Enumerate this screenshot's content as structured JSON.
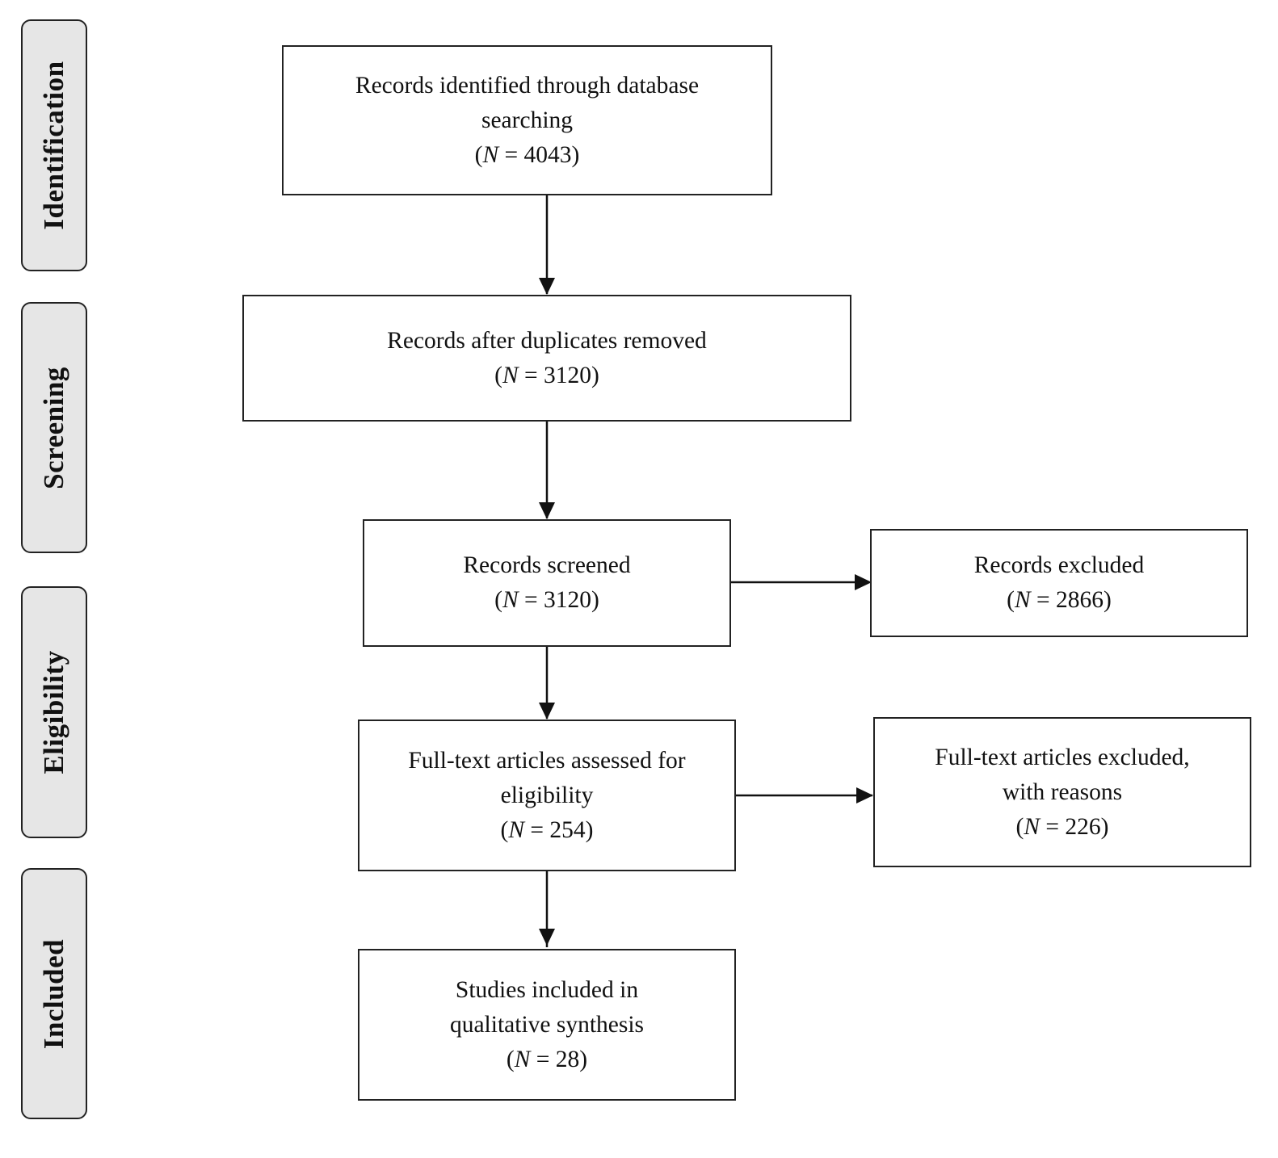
{
  "stages": [
    {
      "id": "identification",
      "label": "Identification"
    },
    {
      "id": "screening",
      "label": "Screening"
    },
    {
      "id": "eligibility",
      "label": "Eligibility"
    },
    {
      "id": "included",
      "label": "Included"
    }
  ],
  "boxes": {
    "identified": {
      "lines": [
        "Records identified through database",
        "searching"
      ],
      "n_label": "N",
      "n_value": "4043"
    },
    "deduplicated": {
      "lines": [
        "Records after duplicates removed"
      ],
      "n_label": "N",
      "n_value": "3120"
    },
    "screened": {
      "lines": [
        "Records screened"
      ],
      "n_label": "N",
      "n_value": "3120"
    },
    "excluded": {
      "lines": [
        "Records excluded"
      ],
      "n_label": "N",
      "n_value": "2866"
    },
    "fulltext_assessed": {
      "lines": [
        "Full-text articles assessed for",
        "eligibility"
      ],
      "n_label": "N",
      "n_value": "254"
    },
    "fulltext_excluded": {
      "lines": [
        "Full-text articles excluded,",
        "with reasons"
      ],
      "n_label": "N",
      "n_value": "226"
    },
    "included": {
      "lines": [
        "Studies included in",
        "qualitative synthesis"
      ],
      "n_label": "N",
      "n_value": "28"
    }
  },
  "colors": {
    "stage_fill": "#e6e6e6",
    "stroke": "#222222",
    "box_fill": "#ffffff"
  }
}
